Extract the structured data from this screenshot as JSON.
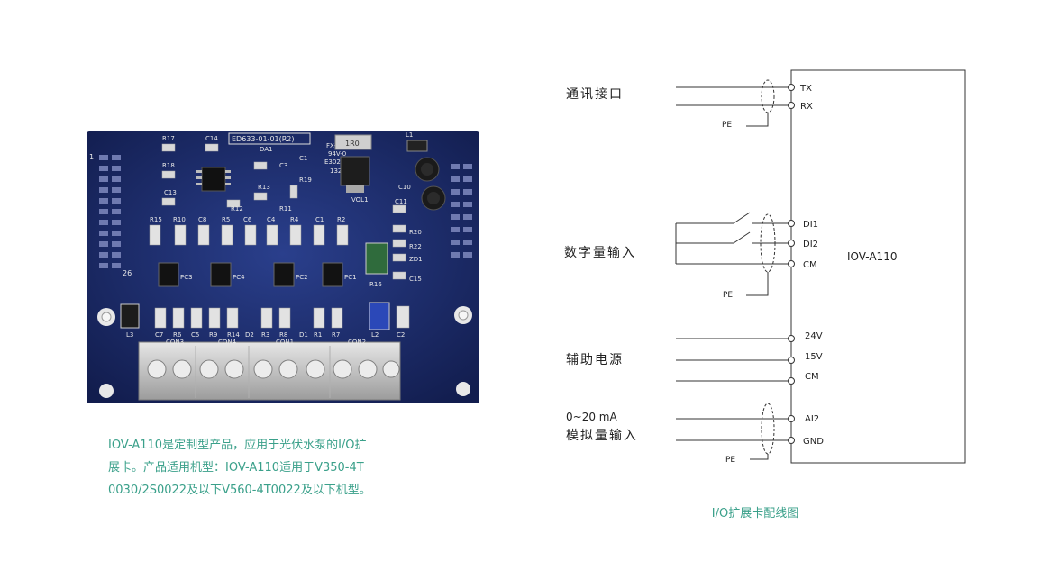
{
  "description": {
    "line1": "IOV-A110是定制型产品，应用于光伏水泵的I/O扩",
    "line2": "展卡。产品适用机型：IOV-A110适用于V350-4T",
    "line3": "0030/2S0022及以下V560-4T0022及以下机型。"
  },
  "caption": "I/O扩展卡配线图",
  "board": {
    "silkscreen": {
      "part_no": "ED633-01-01(R2)",
      "fx": "FX-1",
      "ul": "94V-0",
      "code": "E302852",
      "date": "1323",
      "r21_value": "1R0",
      "vol": "VOL1",
      "pin1": "1",
      "pin26": "26"
    },
    "top_components": [
      "R17",
      "C14",
      "C1",
      "DA1",
      "C3",
      "R18",
      "R13",
      "R12",
      "R11",
      "R19",
      "C13",
      "C10",
      "C11",
      "R20",
      "R22",
      "ZD1",
      "R16",
      "C15",
      "L1"
    ],
    "mid_labels": [
      "R15",
      "R10",
      "C8",
      "R5",
      "C6",
      "C4",
      "R4",
      "C1",
      "R2"
    ],
    "pc_labels": [
      "PC3",
      "PC4",
      "PC2",
      "PC1"
    ],
    "bottom_labels": [
      "C7",
      "R6",
      "C5",
      "R9",
      "R14",
      "D2",
      "R3",
      "R8",
      "D1",
      "R1",
      "R7",
      "L2",
      "C2",
      "L3"
    ],
    "con_labels": [
      "CON3",
      "CON4",
      "CON1",
      "CON2"
    ]
  },
  "diagram": {
    "groups": {
      "comm": "通讯接口",
      "digital": "数字量输入",
      "power": "辅助电源",
      "analog_range": "0~20 mA",
      "analog": "模拟量输入"
    },
    "terminals": [
      "TX",
      "RX",
      "DI1",
      "DI2",
      "CM",
      "24V",
      "15V",
      "CM",
      "AI2",
      "GND"
    ],
    "pe_labels": [
      "PE",
      "PE",
      "PE"
    ],
    "device": "IOV-A110"
  }
}
